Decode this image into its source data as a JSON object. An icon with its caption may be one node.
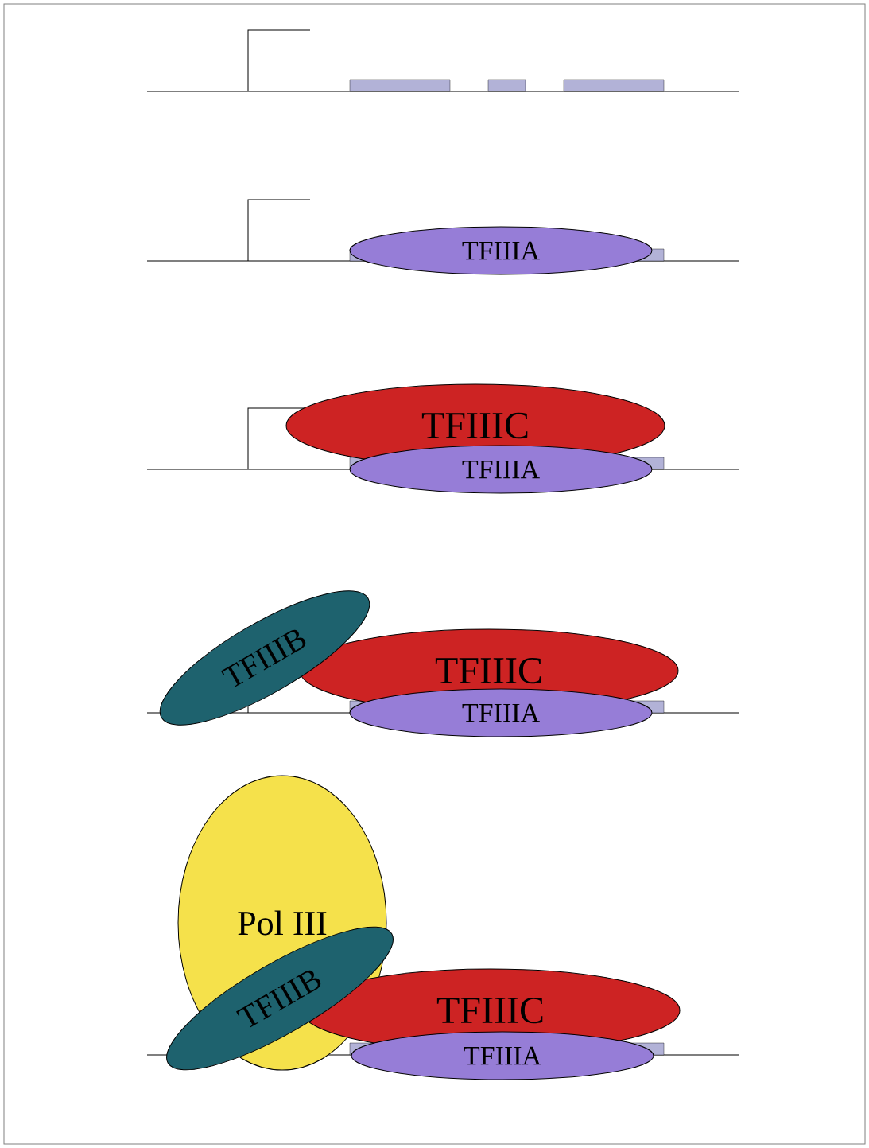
{
  "diagram": {
    "nodes": [
      {
        "text": [
          "TFIIIA"
        ]
      },
      {
        "text": [
          "TFIIIC"
        ]
      },
      {
        "text": [
          "TFIIIA"
        ]
      },
      {
        "text": [
          "TFIIIB"
        ]
      },
      {
        "text": [
          "TFIIIC"
        ]
      },
      {
        "text": [
          "TFIIIA"
        ]
      },
      {
        "text": [
          "Pol III"
        ]
      },
      {
        "text": [
          "TFIIIB"
        ]
      },
      {
        "text": [
          "TFIIIC"
        ]
      },
      {
        "text": [
          "TFIIIA"
        ]
      }
    ]
  }
}
